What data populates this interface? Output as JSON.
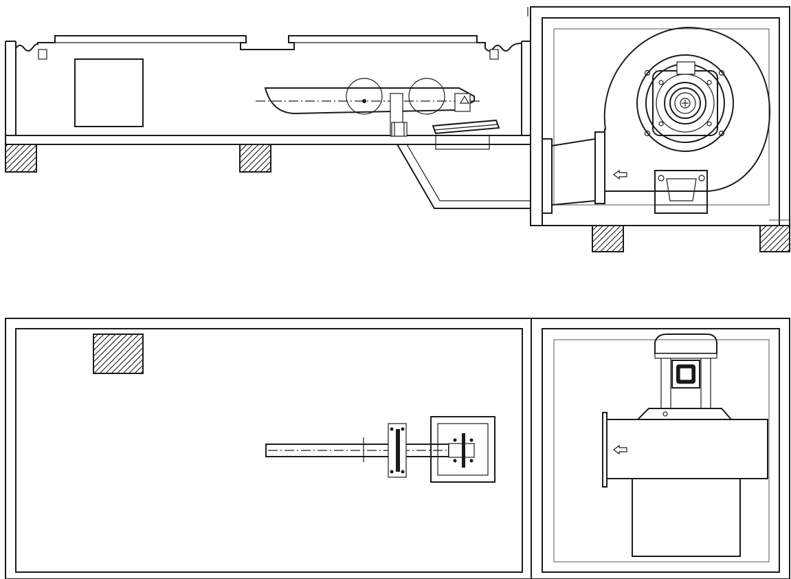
{
  "drawing": {
    "type": "technical-drawing",
    "views": [
      "side-elevation",
      "end-elevation-fan",
      "plan-view",
      "plan-view-fan"
    ],
    "colors": {
      "line": "#1a1a1a",
      "background": "#ffffff",
      "hatch": "#1a1a1a"
    },
    "icons": {
      "airflow_arrow": "left-arrow-icon"
    }
  }
}
